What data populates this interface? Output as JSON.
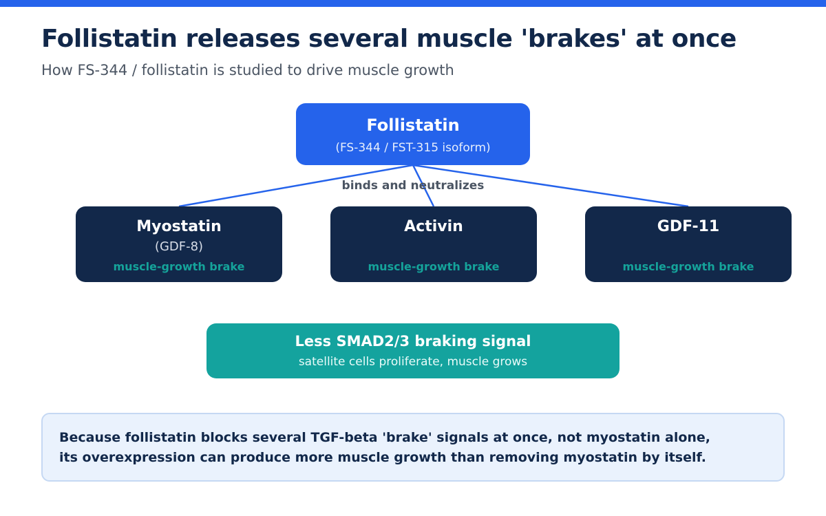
{
  "colors": {
    "accent_blue": "#2563eb",
    "navy": "#12284a",
    "teal": "#14a39e",
    "teal_text": "#15a39a",
    "gray_text": "#4b5563",
    "note_bg": "#eaf2fd"
  },
  "header": {
    "title": "Follistatin releases several muscle 'brakes' at once",
    "subtitle": "How FS-344 / follistatin is studied to drive muscle growth"
  },
  "diagram": {
    "root": {
      "title": "Follistatin",
      "subtitle": "(FS-344 / FST-315 isoform)"
    },
    "edge_label": "binds and neutralizes",
    "targets": [
      {
        "title": "Myostatin",
        "subtitle": "(GDF-8)",
        "role": "muscle-growth brake"
      },
      {
        "title": "Activin",
        "subtitle": "",
        "role": "muscle-growth brake"
      },
      {
        "title": "GDF-11",
        "subtitle": "",
        "role": "muscle-growth brake"
      }
    ],
    "result": {
      "title": "Less SMAD2/3 braking signal",
      "subtitle": "satellite cells proliferate, muscle grows"
    }
  },
  "note": {
    "line1": "Because follistatin blocks several TGF-beta 'brake' signals at once, not myostatin alone,",
    "line2": "its overexpression can produce more muscle growth than removing myostatin by itself."
  }
}
